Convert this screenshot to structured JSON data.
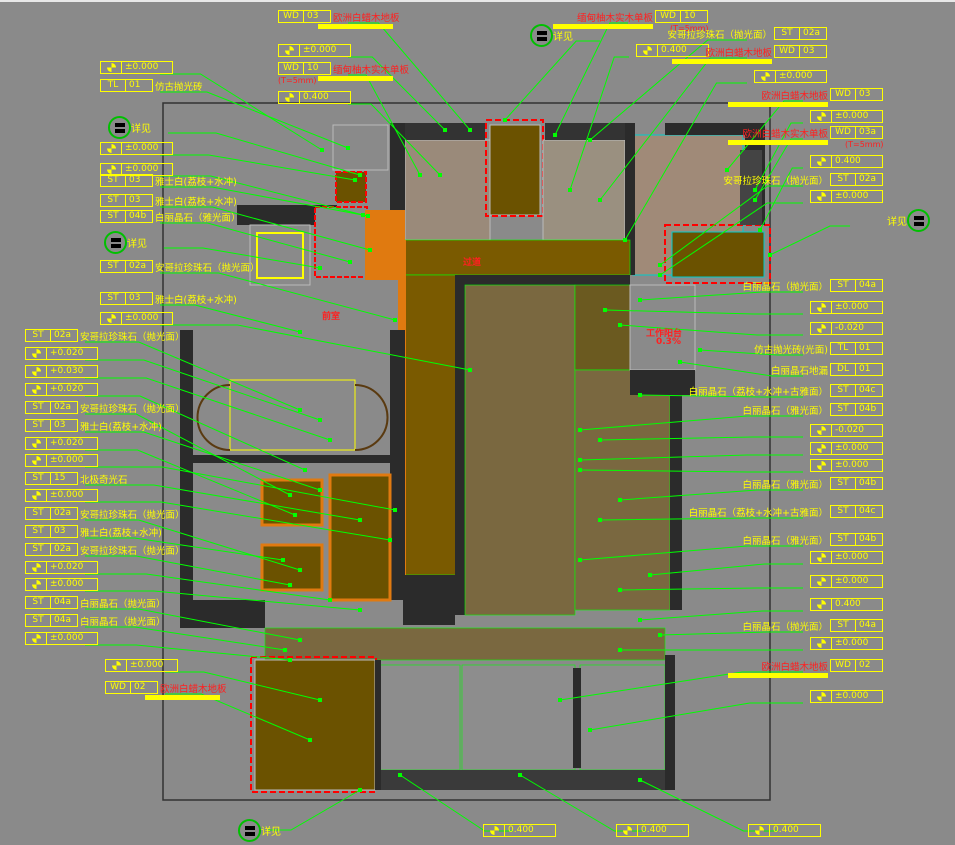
{
  "colors": {
    "background": "#8a8a8a",
    "tag": "#ffff00",
    "red_text": "#ff2020",
    "leader": "#00ff00",
    "wall": "#2b2b2b",
    "floor_olive": "#7a5a00",
    "floor_orange": "#e07a10"
  },
  "detail_label": "详见",
  "left_tags": [
    {
      "type": "elev",
      "value": "±0.000"
    },
    {
      "type": "mat",
      "code": "TL",
      "num": "01",
      "text": "仿古抛光砖"
    },
    {
      "type": "bubble"
    },
    {
      "type": "elev",
      "value": "±0.000"
    },
    {
      "type": "elev",
      "value": "±0.000"
    },
    {
      "type": "mat",
      "code": "ST",
      "num": "03",
      "text": "雅士白(荔枝+水冲)"
    },
    {
      "type": "mat",
      "code": "ST",
      "num": "03",
      "text": "雅士白(荔枝+水冲)"
    },
    {
      "type": "mat",
      "code": "ST",
      "num": "04b",
      "text": "白丽晶石（雅光面）"
    },
    {
      "type": "bubble"
    },
    {
      "type": "mat",
      "code": "ST",
      "num": "02a",
      "text": "安哥拉珍珠石（抛光面）"
    },
    {
      "type": "mat",
      "code": "ST",
      "num": "03",
      "text": "雅士白(荔枝+水冲)"
    },
    {
      "type": "elev",
      "value": "±0.000"
    },
    {
      "type": "mat",
      "code": "ST",
      "num": "02a",
      "text": "安哥拉珍珠石（抛光面）"
    },
    {
      "type": "elev",
      "value": "+0.020"
    },
    {
      "type": "elev",
      "value": "+0.030"
    },
    {
      "type": "elev",
      "value": "+0.020"
    },
    {
      "type": "mat",
      "code": "ST",
      "num": "02a",
      "text": "安哥拉珍珠石（抛光面）"
    },
    {
      "type": "mat",
      "code": "ST",
      "num": "03",
      "text": "雅士白(荔枝+水冲)"
    },
    {
      "type": "elev",
      "value": "+0.020"
    },
    {
      "type": "elev",
      "value": "±0.000"
    },
    {
      "type": "mat",
      "code": "ST",
      "num": "15",
      "text": "北极奇光石"
    },
    {
      "type": "elev",
      "value": "±0.000"
    },
    {
      "type": "mat",
      "code": "ST",
      "num": "02a",
      "text": "安哥拉珍珠石（抛光面）"
    },
    {
      "type": "mat",
      "code": "ST",
      "num": "03",
      "text": "雅士白(荔枝+水冲)"
    },
    {
      "type": "mat",
      "code": "ST",
      "num": "02a",
      "text": "安哥拉珍珠石（抛光面）"
    },
    {
      "type": "elev",
      "value": "+0.020"
    },
    {
      "type": "elev",
      "value": "±0.000"
    },
    {
      "type": "mat",
      "code": "ST",
      "num": "04a",
      "text": "白丽晶石（抛光面）"
    },
    {
      "type": "mat",
      "code": "ST",
      "num": "04a",
      "text": "白丽晶石（抛光面）"
    },
    {
      "type": "elev",
      "value": "±0.000"
    },
    {
      "type": "elev",
      "value": "±0.000"
    },
    {
      "type": "mat",
      "code": "WD",
      "num": "02",
      "text": "欧洲白蜡木地板",
      "red": true
    }
  ],
  "top_tags": [
    {
      "type": "mat",
      "code": "WD",
      "num": "03",
      "text": "欧洲白蜡木地板",
      "red": true
    },
    {
      "type": "elev",
      "value": "±0.000"
    },
    {
      "type": "mat",
      "code": "WD",
      "num": "10",
      "text": "缅甸柚木实木单板",
      "red": true,
      "note": "(T=5mm)"
    },
    {
      "type": "elev",
      "value": "0.400"
    },
    {
      "type": "bubble"
    }
  ],
  "right_tags": [
    {
      "type": "mat",
      "code": "WD",
      "num": "10",
      "text": "缅甸柚木实木单板",
      "red": true,
      "note": "(T=5mm)"
    },
    {
      "type": "elev",
      "value": "0.400"
    },
    {
      "type": "mat",
      "code": "ST",
      "num": "02a",
      "text": "安哥拉珍珠石（抛光面）"
    },
    {
      "type": "mat",
      "code": "WD",
      "num": "03",
      "text": "欧洲白蜡木地板",
      "red": true
    },
    {
      "type": "elev",
      "value": "±0.000"
    },
    {
      "type": "mat",
      "code": "WD",
      "num": "03",
      "text": "欧洲白蜡木地板",
      "red": true
    },
    {
      "type": "elev",
      "value": "±0.000"
    },
    {
      "type": "mat",
      "code": "WD",
      "num": "03a",
      "text": "欧洲白蜡木实木单板",
      "red": true,
      "note": "(T=5mm)"
    },
    {
      "type": "elev",
      "value": "0.400"
    },
    {
      "type": "mat",
      "code": "ST",
      "num": "02a",
      "text": "安哥拉珍珠石（抛光面）"
    },
    {
      "type": "elev",
      "value": "±0.000"
    },
    {
      "type": "bubble"
    },
    {
      "type": "mat",
      "code": "ST",
      "num": "04a",
      "text": "白丽晶石（抛光面）"
    },
    {
      "type": "elev",
      "value": "±0.000"
    },
    {
      "type": "elev",
      "value": "-0.020"
    },
    {
      "type": "mat",
      "code": "TL",
      "num": "01",
      "text": "仿古抛光砖(光面)"
    },
    {
      "type": "mat",
      "code": "DL",
      "num": "01",
      "text": "白丽晶石地漏"
    },
    {
      "type": "mat",
      "code": "ST",
      "num": "04c",
      "text": "白丽晶石（荔枝+水冲+古雅面）"
    },
    {
      "type": "mat",
      "code": "ST",
      "num": "04b",
      "text": "白丽晶石（雅光面）"
    },
    {
      "type": "elev",
      "value": "-0.020"
    },
    {
      "type": "elev",
      "value": "±0.000"
    },
    {
      "type": "elev",
      "value": "±0.000"
    },
    {
      "type": "mat",
      "code": "ST",
      "num": "04b",
      "text": "白丽晶石（雅光面）"
    },
    {
      "type": "mat",
      "code": "ST",
      "num": "04c",
      "text": "白丽晶石（荔枝+水冲+古雅面）"
    },
    {
      "type": "mat",
      "code": "ST",
      "num": "04b",
      "text": "白丽晶石（雅光面）"
    },
    {
      "type": "elev",
      "value": "±0.000"
    },
    {
      "type": "elev",
      "value": "±0.000"
    },
    {
      "type": "elev",
      "value": "0.400"
    },
    {
      "type": "mat",
      "code": "ST",
      "num": "04a",
      "text": "白丽晶石（抛光面）"
    },
    {
      "type": "elev",
      "value": "±0.000"
    },
    {
      "type": "mat",
      "code": "WD",
      "num": "02",
      "text": "欧洲白蜡木地板",
      "red": true
    },
    {
      "type": "elev",
      "value": "±0.000"
    }
  ],
  "bottom_tags": [
    {
      "type": "bubble"
    },
    {
      "type": "elev",
      "value": "0.400"
    },
    {
      "type": "elev",
      "value": "0.400"
    },
    {
      "type": "elev",
      "value": "0.400"
    }
  ],
  "rooms": [
    "前室",
    "过道",
    "工作阳台",
    "0.3%"
  ]
}
